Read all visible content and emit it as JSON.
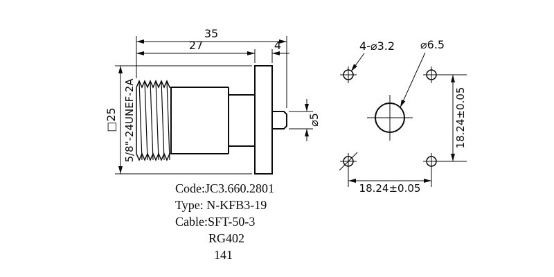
{
  "colors": {
    "line": "#0a0a0a",
    "background": "#ffffff"
  },
  "side_view": {
    "dim_overall": "35",
    "dim_body": "27",
    "dim_flange": "4",
    "dim_square": "□25",
    "thread": "5/8\"-24UNEF-2A",
    "dim_pin": "⌀5"
  },
  "front_view": {
    "holes": "4-⌀3.2",
    "center_hole": "⌀6.5",
    "pitch_v": "18.24±0.05",
    "pitch_h": "18.24±0.05"
  },
  "notes": {
    "code": "Code:JC3.660.2801",
    "type": "Type: N-KFB3-19",
    "cable": "Cable:SFT-50-3",
    "cable_alt1": "RG402",
    "cable_alt2": "141"
  }
}
